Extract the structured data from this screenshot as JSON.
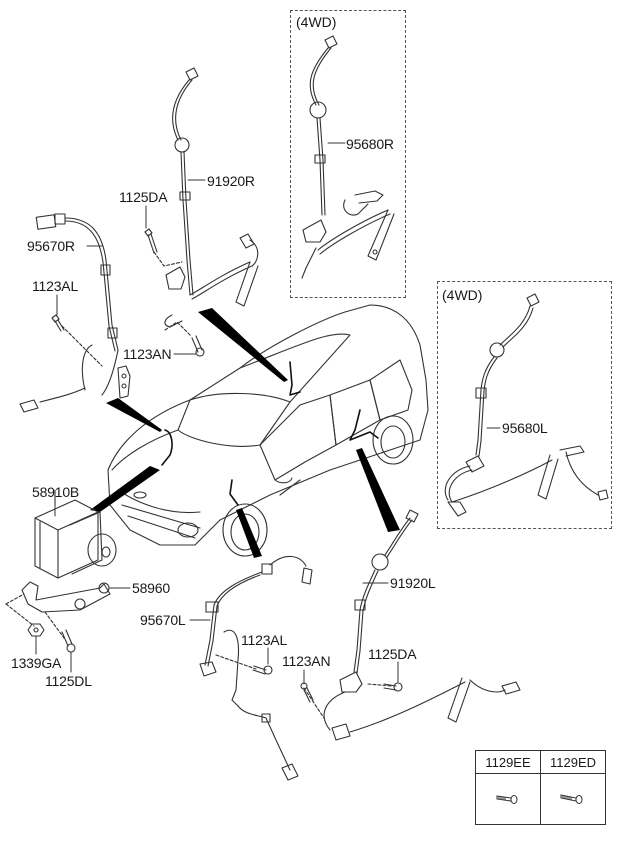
{
  "diagram": {
    "title": "ABS Wheel Speed Sensor & Hydraulic Module",
    "boxes": [
      {
        "id": "4wd-rear-right",
        "title": "(4WD)"
      },
      {
        "id": "4wd-rear-left",
        "title": "(4WD)"
      }
    ],
    "labels": {
      "p95680R": "95680R",
      "p91920R": "91920R",
      "p1125DA_top": "1125DA",
      "p95670R": "95670R",
      "p1123AL_top": "1123AL",
      "p1123AN_top": "1123AN",
      "p95680L": "95680L",
      "p58910B": "58910B",
      "p58960": "58960",
      "p1339GA": "1339GA",
      "p1125DL": "1125DL",
      "p95670L": "95670L",
      "p1123AL_bot": "1123AL",
      "p1123AN_bot": "1123AN",
      "p91920L": "91920L",
      "p1125DA_bot": "1125DA"
    },
    "legend_table": {
      "headers": [
        "1129EE",
        "1129ED"
      ],
      "icons": [
        "bolt-icon",
        "bolt-icon"
      ]
    }
  }
}
